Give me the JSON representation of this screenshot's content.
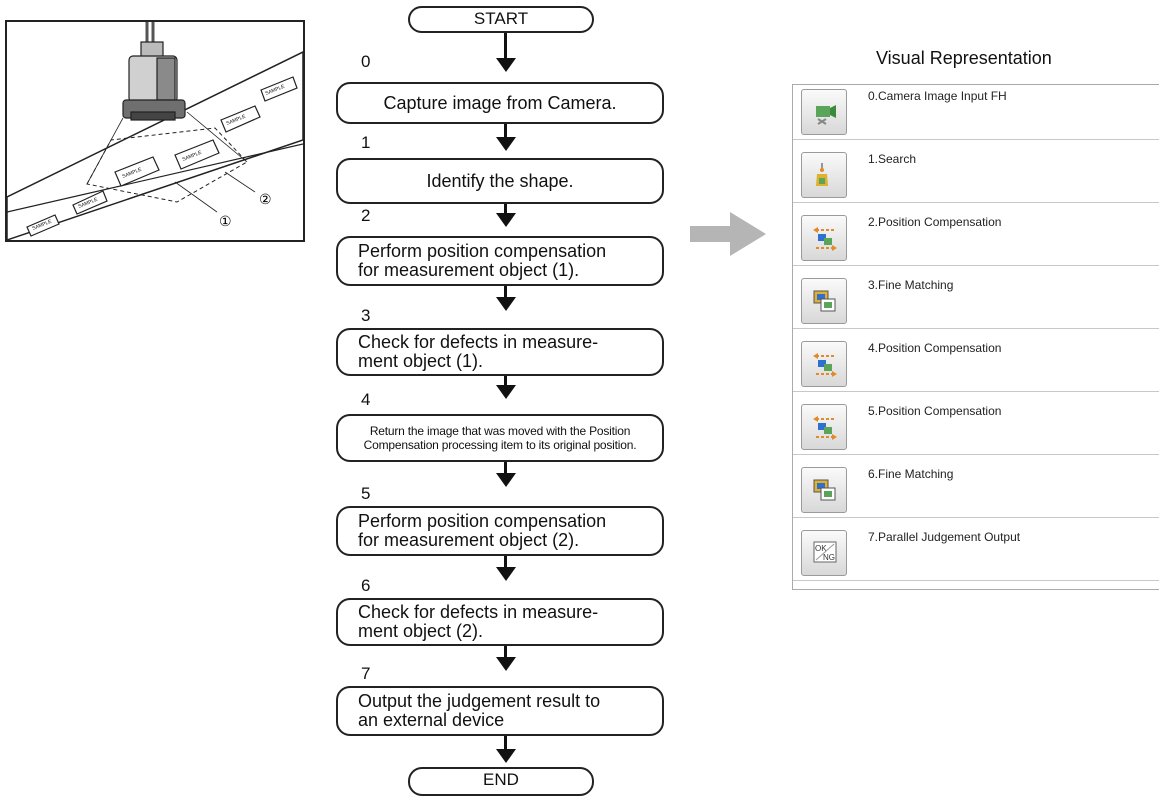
{
  "flowchart": {
    "start_label": "START",
    "end_label": "END",
    "steps": [
      {
        "number": "0",
        "lines": [
          "Capture image from Camera."
        ]
      },
      {
        "number": "1",
        "lines": [
          "Identify the shape."
        ]
      },
      {
        "number": "2",
        "lines": [
          "Perform position compensation",
          "for measurement object (1)."
        ]
      },
      {
        "number": "3",
        "lines": [
          "Check for defects in measure-",
          "ment object (1)."
        ]
      },
      {
        "number": "4",
        "lines": [
          "Return the image that was moved with the Position",
          "Compensation processing item to its original position."
        ]
      },
      {
        "number": "5",
        "lines": [
          "Perform position compensation",
          "for measurement object (2)."
        ]
      },
      {
        "number": "6",
        "lines": [
          "Check for defects in measure-",
          "ment object (2)."
        ]
      },
      {
        "number": "7",
        "lines": [
          "Output the judgement result to",
          "an external device"
        ]
      }
    ]
  },
  "illustration": {
    "callout_1": "①",
    "callout_2": "②",
    "label_text": "SAMPLE"
  },
  "visual_representation": {
    "title": "Visual Representation",
    "items": [
      {
        "label": "0.Camera Image Input FH",
        "icon": "camera-input-icon"
      },
      {
        "label": "1.Search",
        "icon": "search-icon"
      },
      {
        "label": "2.Position Compensation",
        "icon": "position-compensation-icon"
      },
      {
        "label": "3.Fine Matching",
        "icon": "fine-matching-icon"
      },
      {
        "label": "4.Position Compensation",
        "icon": "position-compensation-icon"
      },
      {
        "label": "5.Position Compensation",
        "icon": "position-compensation-icon"
      },
      {
        "label": "6.Fine Matching",
        "icon": "fine-matching-icon"
      },
      {
        "label": "7.Parallel Judgement Output",
        "icon": "judgement-output-icon"
      }
    ]
  },
  "colors": {
    "arrow_gray": "#b5b5b5",
    "icon_green": "#5aa55a",
    "icon_orange": "#e08a2c",
    "icon_blue": "#2f6fd0"
  }
}
